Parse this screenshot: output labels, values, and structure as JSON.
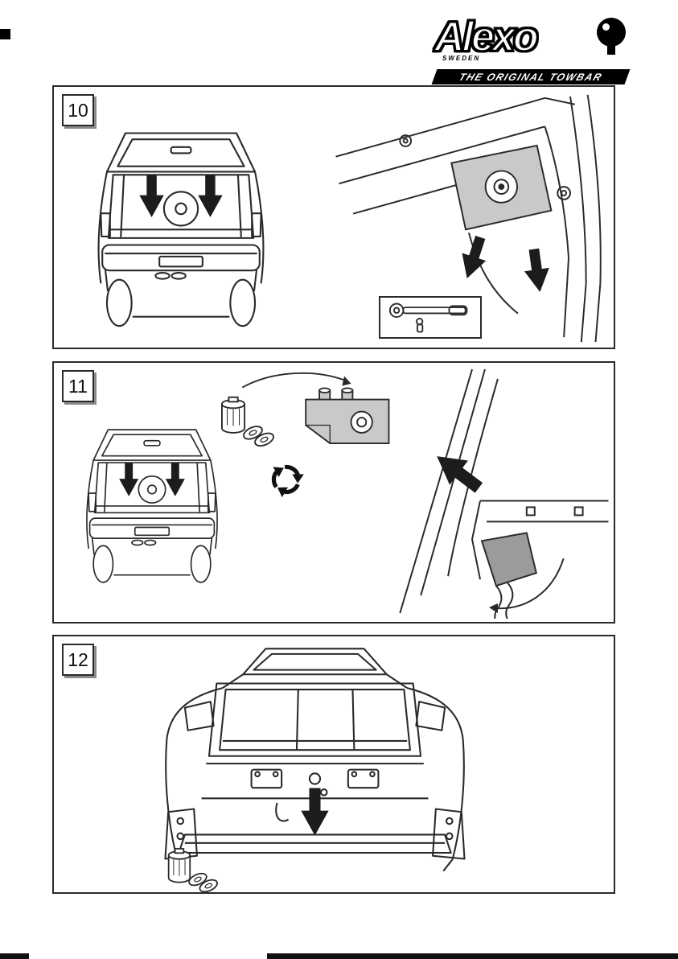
{
  "logo": {
    "brand": "Alexo",
    "country": "SWEDEN",
    "tagline": "THE ORIGINAL TOWBAR"
  },
  "steps": [
    {
      "number": "10"
    },
    {
      "number": "11"
    },
    {
      "number": "12"
    }
  ],
  "colors": {
    "line": "#2a2a2a",
    "shade": "#c9c9c9",
    "banner": "#000000",
    "paper": "#ffffff"
  }
}
